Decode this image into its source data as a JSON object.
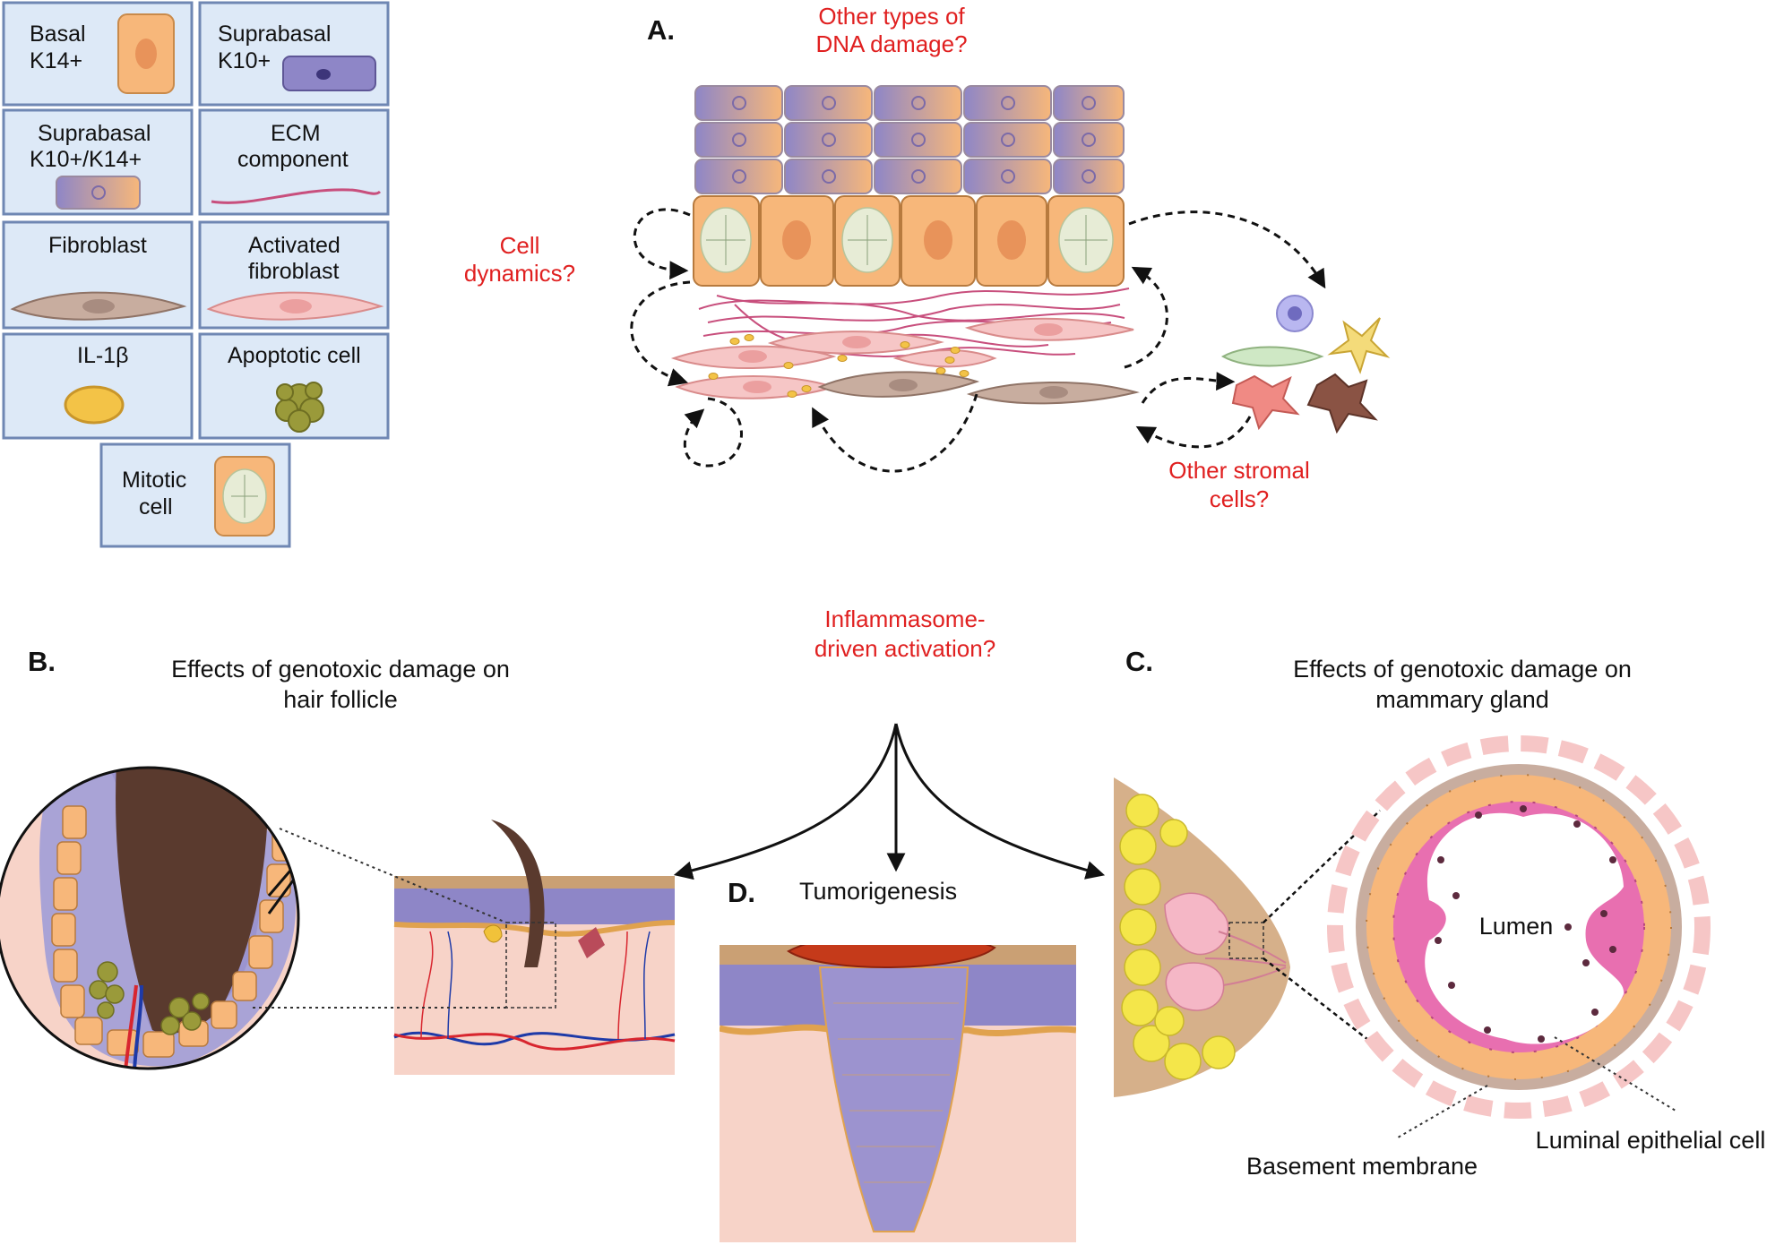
{
  "legend": {
    "basal": [
      "Basal",
      "K14+"
    ],
    "suprabasal_k10": [
      "Suprabasal",
      "K10+"
    ],
    "suprabasal_k10_k14": [
      "Suprabasal",
      "K10+/K14+"
    ],
    "ecm": [
      "ECM",
      "component"
    ],
    "fibroblast": "Fibroblast",
    "activated_fibroblast": [
      "Activated",
      "fibroblast"
    ],
    "il1b": "IL-1β",
    "apoptotic": "Apoptotic cell",
    "mitotic": [
      "Mitotic",
      "cell"
    ]
  },
  "panel_a": {
    "letter": "A.",
    "dna_question": [
      "Other types of",
      "DNA damage?"
    ],
    "cell_dynamics_question": [
      "Cell",
      "dynamics?"
    ],
    "stromal_question": [
      "Other stromal",
      "cells?"
    ]
  },
  "panel_b": {
    "letter": "B.",
    "title": [
      "Effects of genotoxic damage on",
      "hair follicle"
    ]
  },
  "center": {
    "question": [
      "Inflammasome-",
      "driven activation?"
    ]
  },
  "panel_c": {
    "letter": "C.",
    "title": [
      "Effects of genotoxic damage on",
      "mammary gland"
    ],
    "lumen": "Lumen",
    "luminal_label": "Luminal epithelial cell",
    "basement_label": "Basement membrane"
  },
  "panel_d": {
    "letter": "D.",
    "title": "Tumorigenesis"
  },
  "colors": {
    "basal_orange": "#f7b77a",
    "suprabasal_purple": "#8e86c7",
    "question_red": "#e02020",
    "skin_pink": "#f7d3c8",
    "hair_brown": "#5a3a2e"
  }
}
